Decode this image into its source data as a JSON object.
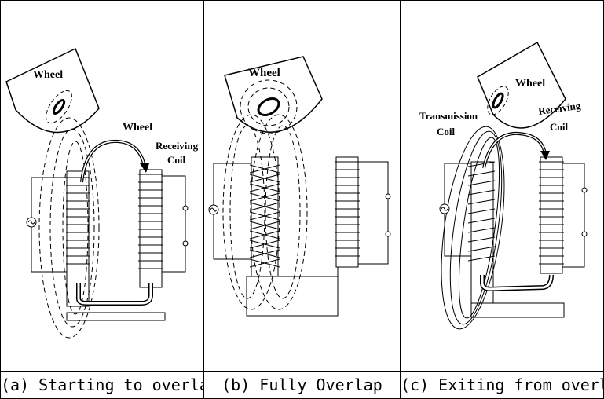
{
  "panels": [
    {
      "caption": "(a) Starting to overlap",
      "labels": {
        "wheel_top": "Wheel",
        "wheel_arrow": "Wheel",
        "receiving_line1": "Receiving",
        "receiving_line2": "Coil"
      }
    },
    {
      "caption": "(b) Fully Overlap",
      "labels": {
        "wheel_top": "Wheel"
      }
    },
    {
      "caption": "(c) Exiting from overlap",
      "labels": {
        "wheel_top": "Wheel",
        "transmission_line1": "Transmission",
        "transmission_line2": "Coil",
        "receiving_line1": "Receiving",
        "receiving_line2": "Coil"
      }
    }
  ]
}
